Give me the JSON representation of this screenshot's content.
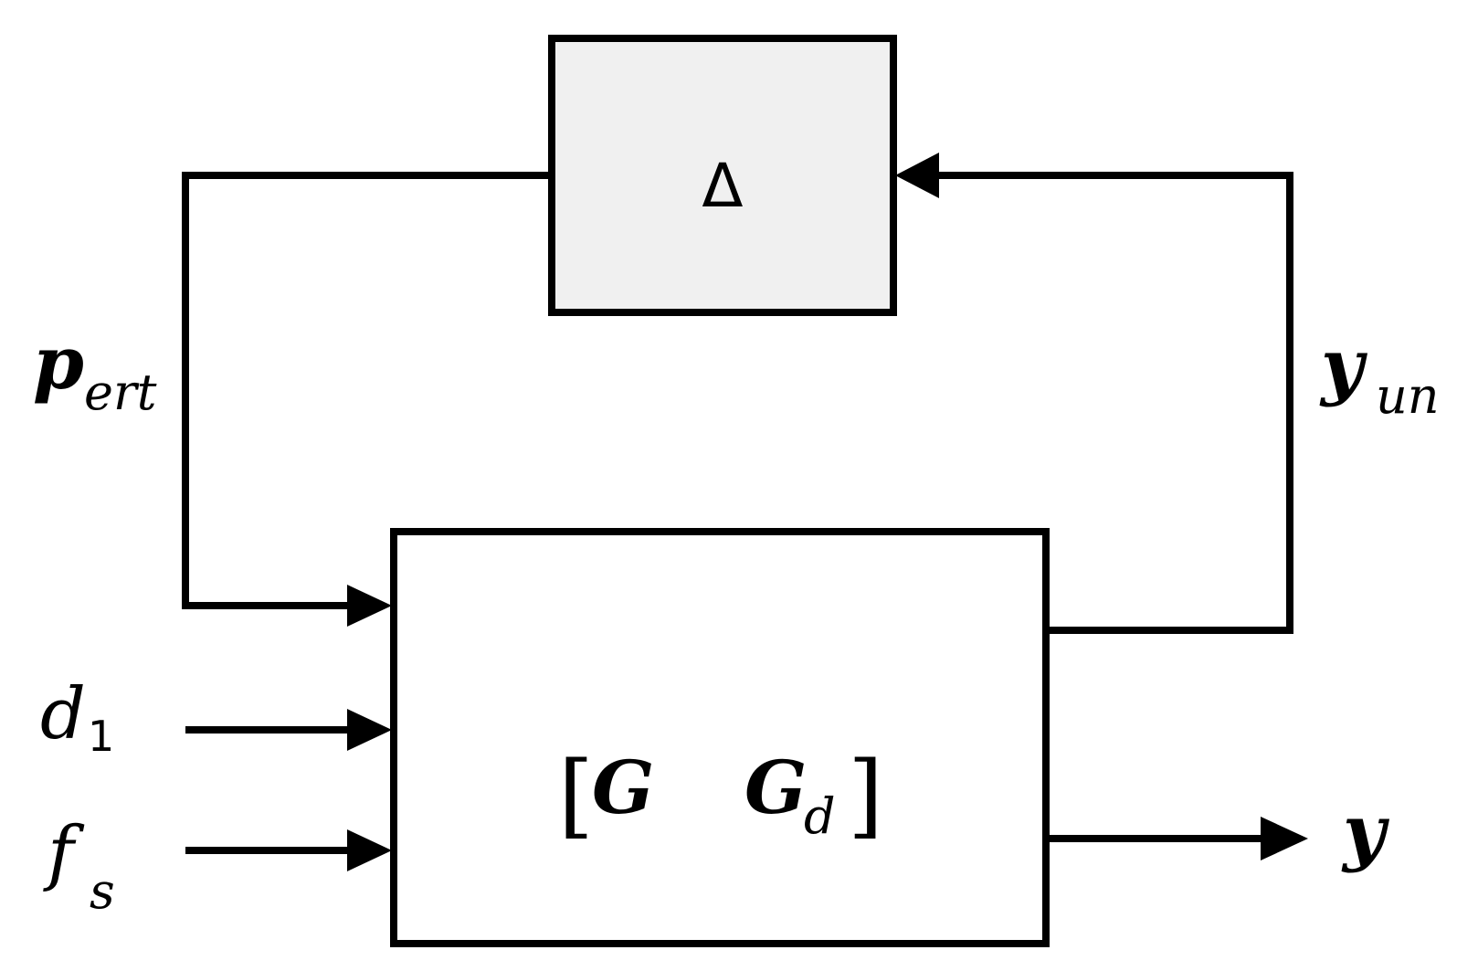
{
  "delta_block": {
    "symbol": "Δ"
  },
  "plant_block": {
    "open_bracket": "[",
    "g_main": "G",
    "g_disturbance": "G",
    "g_disturbance_sub": "d",
    "close_bracket": "]"
  },
  "signals": {
    "pert": {
      "main": "p",
      "sub": "ert"
    },
    "yun": {
      "main": "y",
      "sub": "un"
    },
    "d1": {
      "main": "d",
      "sub": "1"
    },
    "fs": {
      "main": "f",
      "sub": "s"
    },
    "y_out": {
      "main": "y"
    }
  },
  "colors": {
    "line": "#000000",
    "delta_fill": "#f0f0f0",
    "plant_fill": "#ffffff",
    "background": "#ffffff"
  }
}
